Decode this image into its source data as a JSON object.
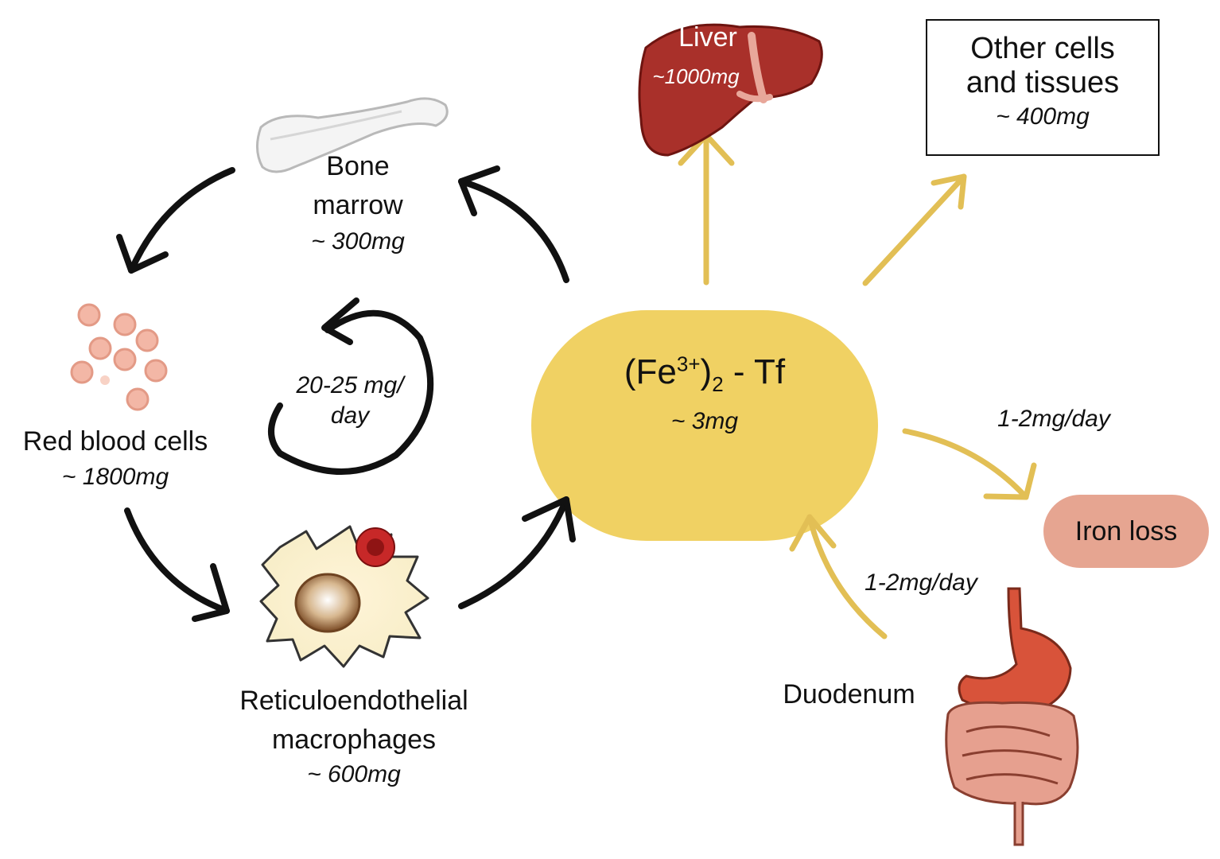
{
  "center": {
    "formula_prefix": "(Fe",
    "formula_sup": "3+",
    "formula_close": ")",
    "formula_sub": "2",
    "formula_suffix": " - Tf",
    "amount": "~ 3mg"
  },
  "liver": {
    "name": "Liver",
    "amount": "~1000mg"
  },
  "other": {
    "name_line1": "Other cells",
    "name_line2": "and tissues",
    "amount": "~ 400mg"
  },
  "bone": {
    "name_line1": "Bone",
    "name_line2": "marrow",
    "amount": "~ 300mg"
  },
  "rbc": {
    "name": "Red blood cells",
    "amount": "~ 1800mg"
  },
  "macro": {
    "name_line1": "Reticuloendothelial",
    "name_line2": "macrophages",
    "amount": "~ 600mg"
  },
  "cycle": {
    "rate_line1": "20-25 mg/",
    "rate_line2": "day"
  },
  "loss": {
    "name": "Iron loss",
    "rate": "1-2mg/day"
  },
  "duodenum": {
    "name": "Duodenum",
    "rate": "1-2mg/day"
  },
  "colors": {
    "transferrin": "#f0d163",
    "gold_arrow": "#e2bf55",
    "black_arrow": "#111111",
    "liver": "#a9302a",
    "iron_loss": "#e6a591",
    "rbc": "#f3b7a6"
  },
  "icons": [
    "bone-icon",
    "red-blood-cells-icon",
    "macrophage-icon",
    "liver-icon",
    "digestive-tract-icon"
  ]
}
